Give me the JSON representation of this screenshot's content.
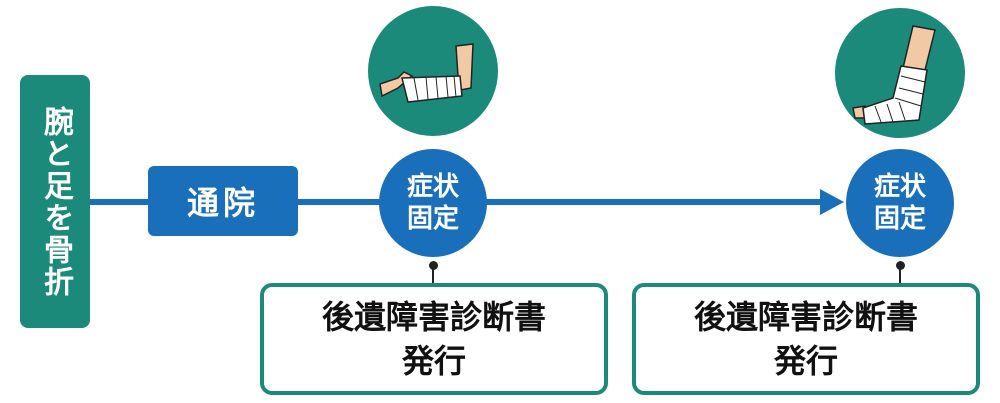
{
  "start_label": "腕と足を骨折",
  "visit_label": "通院",
  "milestones": [
    {
      "line1": "症状",
      "line2": "固定",
      "image": "bandaged-arm-icon"
    },
    {
      "line1": "症状",
      "line2": "固定",
      "image": "bandaged-foot-icon"
    }
  ],
  "documents": [
    {
      "line1": "後遺障害診断書",
      "line2": "発行"
    },
    {
      "line1": "後遺障害診断書",
      "line2": "発行"
    }
  ],
  "colors": {
    "teal": "#1b8a7b",
    "blue": "#1a6fba"
  }
}
